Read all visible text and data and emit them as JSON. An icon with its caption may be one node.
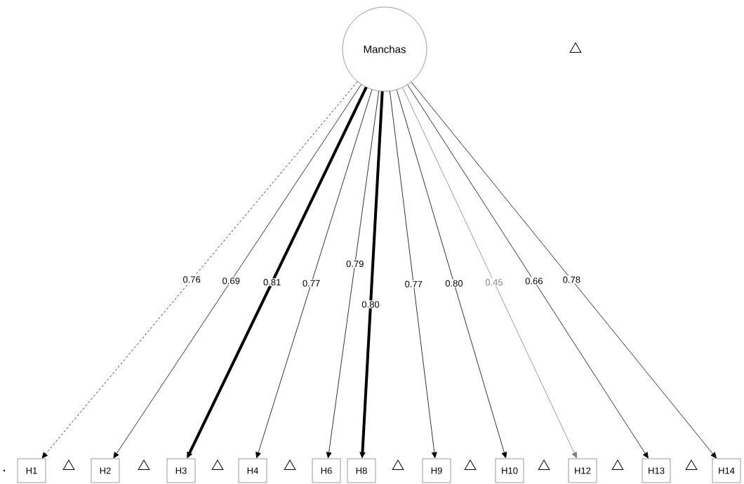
{
  "diagram": {
    "nodes": [
      {
        "text": [
          "Manchas"
        ]
      },
      {
        "text": [],
        "shape": "triangle"
      },
      {
        "text": [
          "H1"
        ]
      },
      {
        "text": [],
        "shape": "triangle"
      },
      {
        "text": [
          "H2"
        ]
      },
      {
        "text": [],
        "shape": "triangle"
      },
      {
        "text": [
          "H3"
        ]
      },
      {
        "text": [],
        "shape": "triangle"
      },
      {
        "text": [
          "H4"
        ]
      },
      {
        "text": [],
        "shape": "triangle"
      },
      {
        "text": [
          "H6"
        ]
      },
      {
        "text": [
          "H8"
        ]
      },
      {
        "text": [],
        "shape": "triangle"
      },
      {
        "text": [
          "H9"
        ]
      },
      {
        "text": [],
        "shape": "triangle"
      },
      {
        "text": [
          "H10"
        ]
      },
      {
        "text": [],
        "shape": "triangle"
      },
      {
        "text": [
          "H12"
        ]
      },
      {
        "text": [],
        "shape": "triangle"
      },
      {
        "text": [
          "H13"
        ]
      },
      {
        "text": [],
        "shape": "triangle"
      },
      {
        "text": [
          "H14"
        ]
      }
    ],
    "edges": [
      {
        "from": 0,
        "to": 2,
        "arrow": "to",
        "label": "0.76",
        "style": "dashed"
      },
      {
        "from": 0,
        "to": 4,
        "arrow": "to",
        "label": "0.69"
      },
      {
        "from": 0,
        "to": 6,
        "arrow": "to",
        "label": "0.81",
        "style": "thick"
      },
      {
        "from": 0,
        "to": 8,
        "arrow": "to",
        "label": "0.77"
      },
      {
        "from": 0,
        "to": 10,
        "arrow": "to",
        "label": "0.79"
      },
      {
        "from": 0,
        "to": 11,
        "arrow": "to",
        "label": "0.80",
        "style": "thick"
      },
      {
        "from": 0,
        "to": 13,
        "arrow": "to",
        "label": "0.77"
      },
      {
        "from": 0,
        "to": 15,
        "arrow": "to",
        "label": "0.80"
      },
      {
        "from": 0,
        "to": 17,
        "arrow": "to",
        "label": "0.45",
        "color": "#808080"
      },
      {
        "from": 0,
        "to": 19,
        "arrow": "to",
        "label": "0.66"
      },
      {
        "from": 0,
        "to": 21,
        "arrow": "to",
        "label": "0.78"
      }
    ]
  }
}
